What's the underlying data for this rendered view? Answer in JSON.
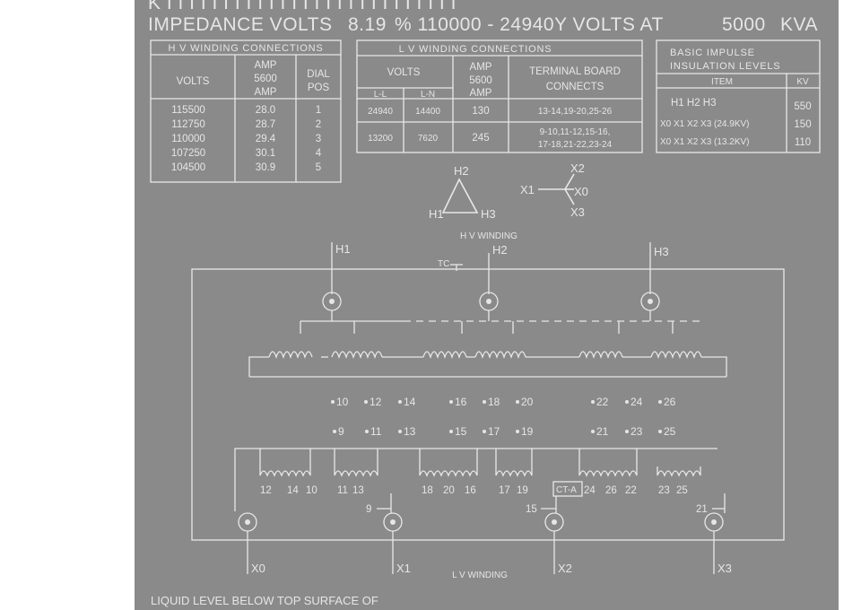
{
  "header": {
    "line1": "K I I I I I  I  I I I  I  I I I I I  I I  I I I I I I I I I",
    "line2_prefix": "IMPEDANCE VOLTS",
    "impedance_value": "8.19",
    "line2_suffix": "% 110000 - 24940Y VOLTS AT",
    "kva_value": "5000",
    "kva_unit": "KVA"
  },
  "hv_table": {
    "title": "H V WINDING CONNECTIONS",
    "col_volts": "VOLTS",
    "col_amp": [
      "AMP",
      "5600",
      "AMP"
    ],
    "col_dial": [
      "DIAL",
      "POS"
    ],
    "rows": [
      {
        "volts": "115500",
        "amp": "28.0",
        "pos": "1"
      },
      {
        "volts": "112750",
        "amp": "28.7",
        "pos": "2"
      },
      {
        "volts": "110000",
        "amp": "29.4",
        "pos": "3"
      },
      {
        "volts": "107250",
        "amp": "30.1",
        "pos": "4"
      },
      {
        "volts": "104500",
        "amp": "30.9",
        "pos": "5"
      }
    ]
  },
  "lv_table": {
    "title": "L V WINDING CONNECTIONS",
    "col_volts": "VOLTS",
    "sub_ll": "L-L",
    "sub_ln": "L-N",
    "col_amp": [
      "AMP",
      "5600",
      "AMP"
    ],
    "col_term": [
      "TERMINAL BOARD",
      "CONNECTS"
    ],
    "rows": [
      {
        "ll": "24940",
        "ln": "14400",
        "amp": "130",
        "connects": [
          "13-14,19-20,25-26"
        ]
      },
      {
        "ll": "13200",
        "ln": "7620",
        "amp": "245",
        "connects": [
          "9-10,11-12,15-16,",
          "17-18,21-22,23-24"
        ]
      }
    ]
  },
  "bil_table": {
    "title": [
      "BASIC IMPULSE",
      "INSULATION LEVELS"
    ],
    "col_item": "ITEM",
    "col_kv": "KV",
    "rows": [
      {
        "item": "H1  H2  H3",
        "kv": "550"
      },
      {
        "item": "X0 X1 X2 X3 (24.9KV)",
        "kv": "150"
      },
      {
        "item": "X0 X1 X2 X3 (13.2KV)",
        "kv": "110"
      }
    ]
  },
  "vector": {
    "h1": "H1",
    "h2": "H2",
    "h3": "H3",
    "x0": "X0",
    "x1": "X1",
    "x2": "X2",
    "x3": "X3",
    "caption": "H V WINDING"
  },
  "diagram": {
    "hv_bushings": [
      "H1",
      "H2",
      "H3"
    ],
    "tc_label": "TC",
    "terminals_top": [
      "10",
      "12",
      "14",
      "16",
      "18",
      "20",
      "22",
      "24",
      "26"
    ],
    "terminals_bottom": [
      "9",
      "11",
      "13",
      "15",
      "17",
      "19",
      "21",
      "23",
      "25"
    ],
    "coil_labels": [
      "12",
      "14",
      "10",
      "11",
      "13",
      "18",
      "20",
      "16",
      "17",
      "19",
      "24",
      "26",
      "22",
      "23",
      "25"
    ],
    "ct_label": "CT-A",
    "lead_labels": [
      "9",
      "15",
      "21"
    ],
    "lv_bushings": [
      "X0",
      "X1",
      "X2",
      "X3"
    ],
    "lv_caption": "L V WINDING"
  },
  "footer": {
    "text": "LIQUID LEVEL BELOW TOP SURFACE OF"
  },
  "colors": {
    "plate": "#8a8a8a",
    "lines": "#e6e6e6"
  }
}
